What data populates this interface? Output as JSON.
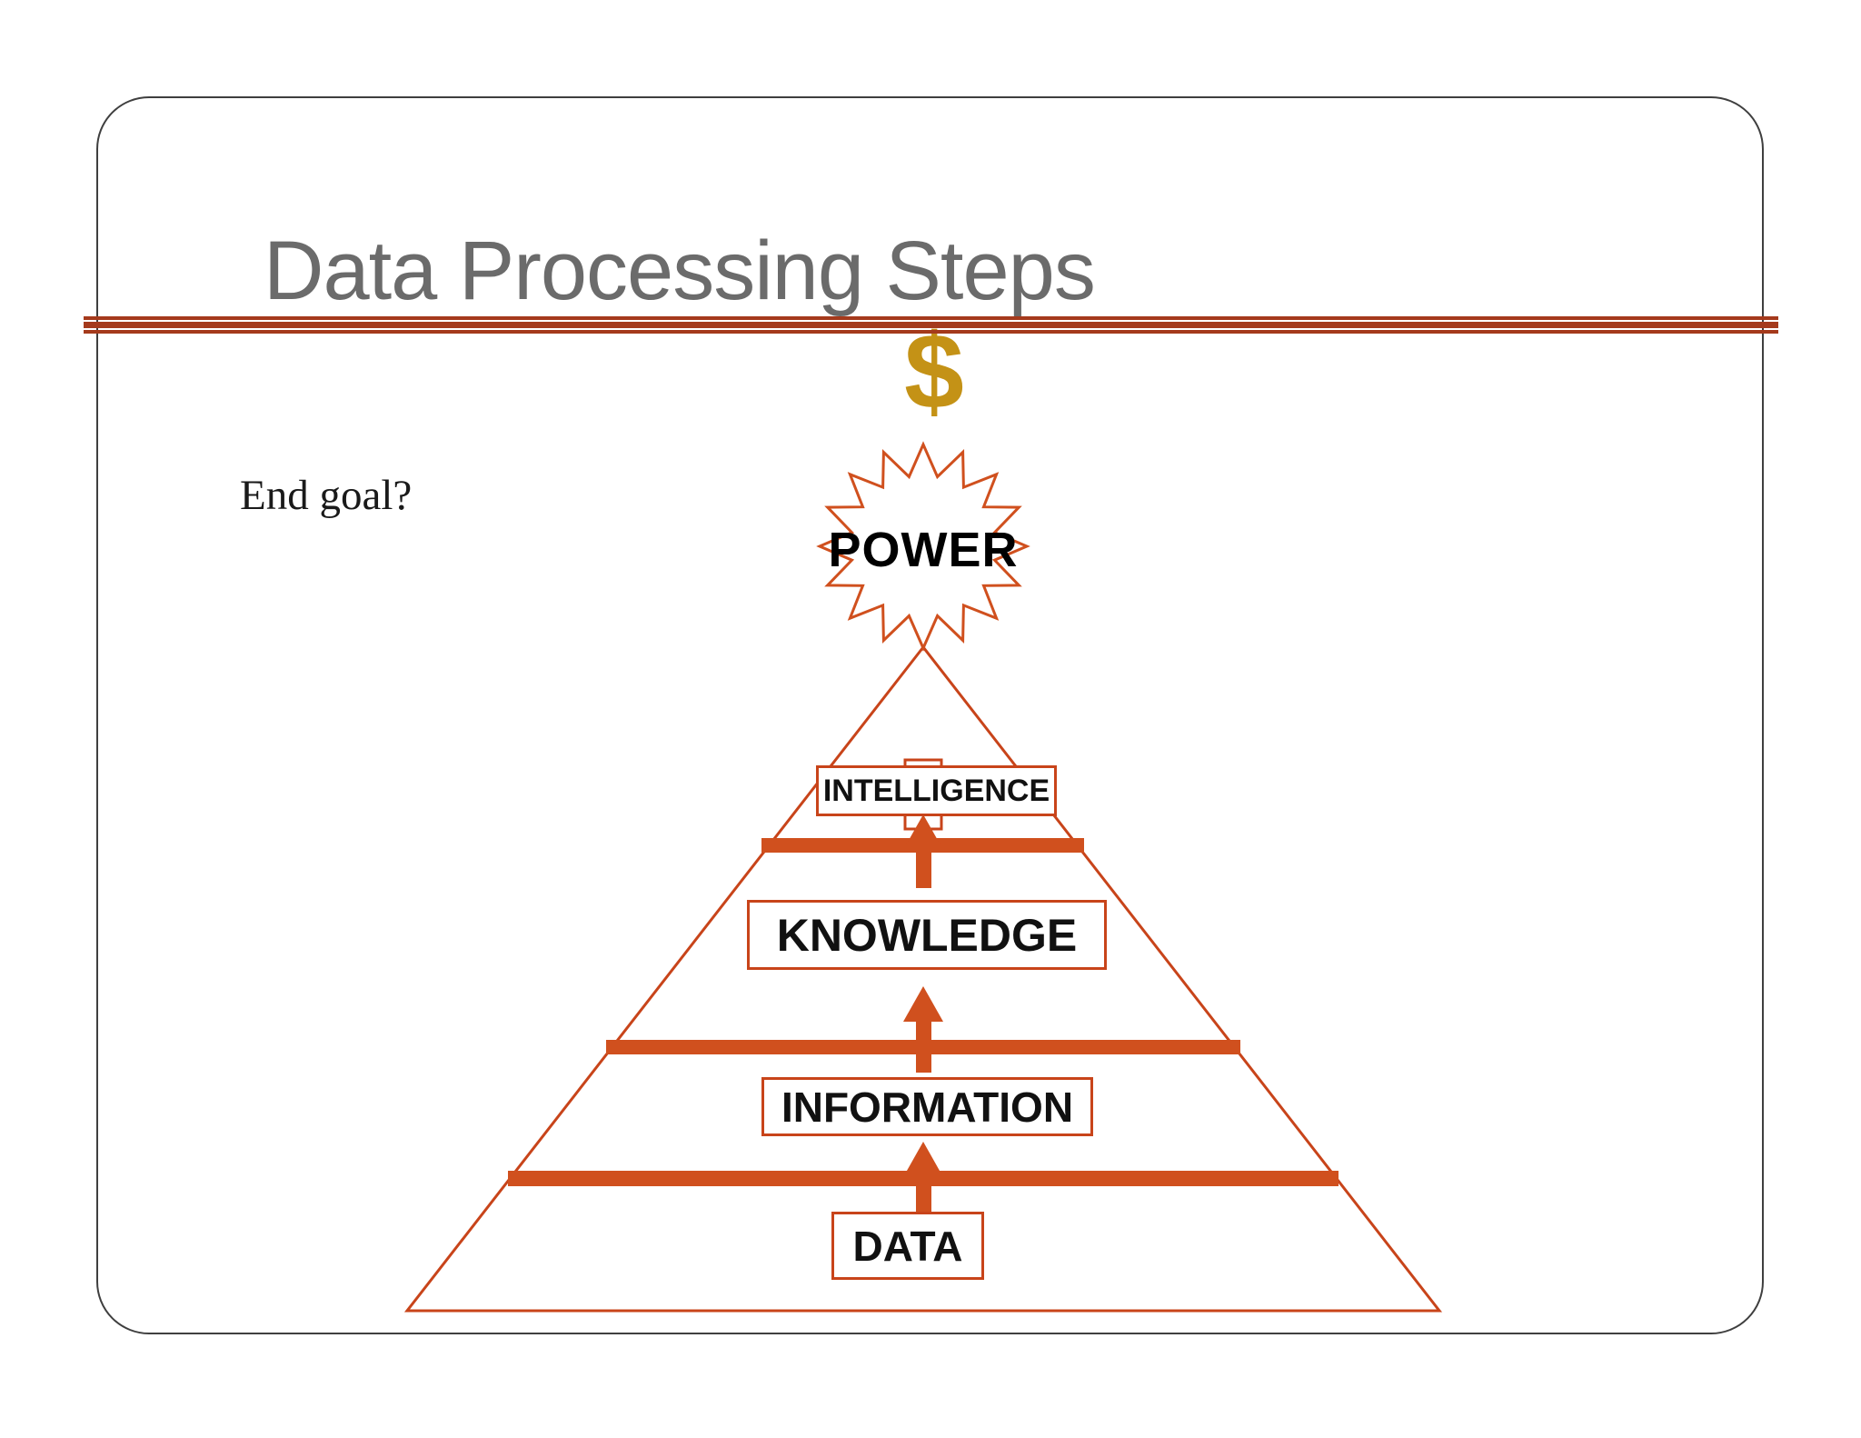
{
  "slide": {
    "title": "Data Processing Steps",
    "end_goal_note": "End goal?",
    "dollar_symbol": "$",
    "power_label": "POWER"
  },
  "pyramid": {
    "levels": [
      {
        "label": "INTELLIGENCE"
      },
      {
        "label": "KNOWLEDGE"
      },
      {
        "label": "INFORMATION"
      },
      {
        "label": "DATA"
      }
    ]
  },
  "colors": {
    "title_gray": "#6b6b6b",
    "divider_red": "#a53a1c",
    "pyramid_orange": "#d0501e",
    "outline_orange": "#c8441a",
    "dollar_gold": "#c49216",
    "label_black": "#111111"
  }
}
